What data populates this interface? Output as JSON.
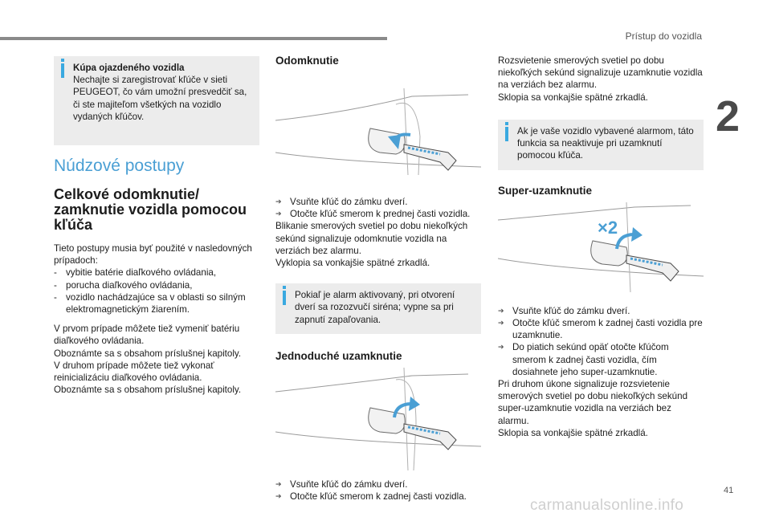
{
  "header": {
    "section": "Prístup do vozidla",
    "chapter": "2",
    "page": "41",
    "watermark": "carmanualsonline.info"
  },
  "col1": {
    "note_title": "Kúpa ojazdeného vozidla",
    "note_body": "Nechajte si zaregistrovať kľúče v sieti PEUGEOT, čo vám umožní presvedčiť sa, či ste majiteľom všetkých na vozidlo vydaných kľúčov.",
    "main_title": "Núdzové postupy",
    "sub_title": "Celkové odomknutie/ zamknutie vozidla pomocou kľúča",
    "intro": "Tieto postupy musia byť použité v nasledovných prípadoch:",
    "cases": [
      "vybitie batérie diaľkového ovládania,",
      "porucha diaľkového ovládania,",
      "vozidlo nachádzajúce sa v oblasti so silným elektromagnetickým žiarením."
    ],
    "p1": "V prvom prípade môžete tiež vymeniť batériu diaľkového ovládania.",
    "p2": "Oboznámte sa s obsahom príslušnej kapitoly.",
    "p3": "V druhom prípade môžete tiež vykonať reinicializáciu diaľkového ovládania.",
    "p4": "Oboznámte sa s obsahom príslušnej kapitoly."
  },
  "col2": {
    "unlock_title": "Odomknutie",
    "unlock_steps": [
      "Vsuňte kľúč do zámku dverí.",
      "Otočte kľúč smerom k prednej časti vozidla."
    ],
    "unlock_text1": "Blikanie smerových svetiel po dobu niekoľkých sekúnd signalizuje odomknutie vozidla na verziách bez alarmu.",
    "unlock_text2": "Vyklopia sa vonkajšie spätné zrkadlá.",
    "alarm_note": "Pokiaľ je alarm aktivovaný, pri otvorení dverí sa rozozvučí siréna; vypne sa pri zapnutí zapaľovania.",
    "lock_title": "Jednoduché uzamknutie",
    "lock_steps": [
      "Vsuňte kľúč do zámku dverí.",
      "Otočte kľúč smerom k zadnej časti vozidla."
    ]
  },
  "col3": {
    "lock_text1": "Rozsvietenie smerových svetiel po dobu niekoľkých sekúnd signalizuje uzamknutie vozidla na verziách bez alarmu.",
    "lock_text2": "Sklopia sa vonkajšie spätné zrkadlá.",
    "alarm_note": "Ak je vaše vozidlo vybavené alarmom, táto funkcia sa neaktivuje pri uzamknutí pomocou kľúča.",
    "super_title": "Super-uzamknutie",
    "fig_label": "×2",
    "super_steps": [
      "Vsuňte kľúč do zámku dverí.",
      "Otočte kľúč smerom k zadnej časti vozidla pre uzamknutie.",
      "Do piatich sekúnd opäť otočte kľúčom smerom k zadnej časti vozidla, čím dosiahnete jeho super-uzamknutie."
    ],
    "super_text1": "Pri druhom úkone signalizuje rozsvietenie smerových svetiel po dobu niekoľkých sekúnd super-uzamknutie vozidla na verziách bez alarmu.",
    "super_text2": "Sklopia sa vonkajšie spätné zrkadlá."
  },
  "colors": {
    "accent": "#4a9fd4",
    "note_bg": "#ececec",
    "note_icon": "#3aa9e0"
  }
}
